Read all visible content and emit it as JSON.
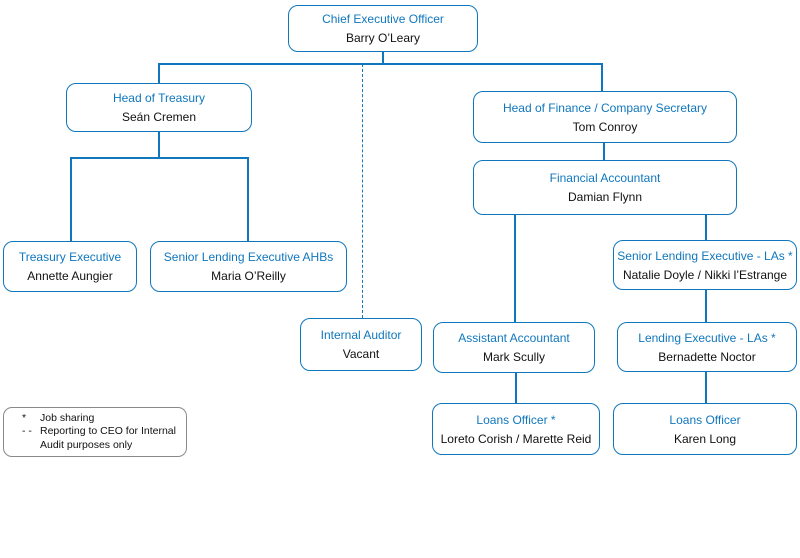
{
  "colors": {
    "accent": "#1077bd",
    "person_text": "#111111",
    "legend_border": "#8a8a8a"
  },
  "nodes": {
    "ceo": {
      "title": "Chief Executive Officer",
      "name": "Barry O’Leary",
      "reports_to": null,
      "connector": null
    },
    "head_treasury": {
      "title": "Head of Treasury",
      "name": "Seán Cremen",
      "reports_to": "ceo",
      "connector": "solid"
    },
    "head_finance": {
      "title": "Head of Finance / Company Secretary",
      "name": "Tom Conroy",
      "reports_to": "ceo",
      "connector": "solid"
    },
    "financial_accountant": {
      "title": "Financial Accountant",
      "name": "Damian Flynn",
      "reports_to": "head_finance",
      "connector": "solid"
    },
    "treasury_executive": {
      "title": "Treasury Executive",
      "name": "Annette Aungier",
      "reports_to": "head_treasury",
      "connector": "solid"
    },
    "senior_lending_ahbs": {
      "title": "Senior Lending Executive AHBs",
      "name": "Maria O’Reilly",
      "reports_to": "head_treasury",
      "connector": "solid"
    },
    "senior_lending_las": {
      "title": "Senior Lending Executive - LAs *",
      "name": "Natalie Doyle / Nikki l’Estrange",
      "reports_to": "financial_accountant",
      "connector": "solid"
    },
    "internal_auditor": {
      "title": "Internal Auditor",
      "name": "Vacant",
      "reports_to": "ceo",
      "connector": "dashed"
    },
    "assistant_accountant": {
      "title": "Assistant Accountant",
      "name": "Mark Scully",
      "reports_to": "financial_accountant",
      "connector": "solid"
    },
    "lending_executive_las": {
      "title": "Lending Executive - LAs *",
      "name": "Bernadette Noctor",
      "reports_to": "senior_lending_las",
      "connector": "solid"
    },
    "loans_officer_1": {
      "title": "Loans Officer *",
      "name": "Loreto Corish / Marette Reid",
      "reports_to": "assistant_accountant",
      "connector": "solid"
    },
    "loans_officer_2": {
      "title": "Loans Officer",
      "name": "Karen Long",
      "reports_to": "lending_executive_las",
      "connector": "solid"
    }
  },
  "legend": {
    "rows": [
      {
        "symbol": "*",
        "text": "Job sharing"
      },
      {
        "symbol": "- -",
        "text": "Reporting to CEO for Internal"
      },
      {
        "symbol": "",
        "text": "Audit purposes only"
      }
    ]
  }
}
